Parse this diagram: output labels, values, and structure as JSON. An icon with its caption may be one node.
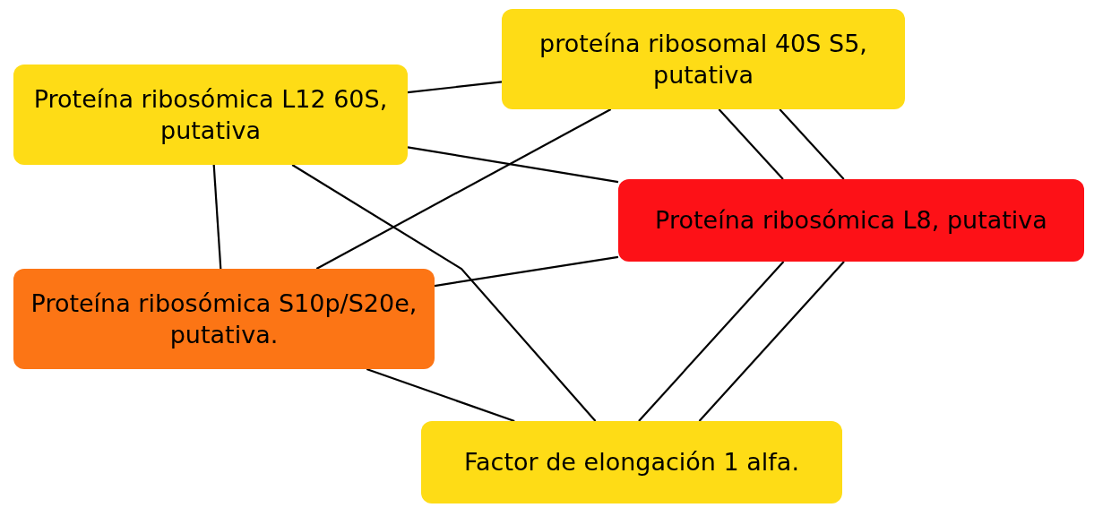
{
  "diagram": {
    "nodes": [
      {
        "text": [
          "proteína ribosomal 40S S5, putativa"
        ]
      },
      {
        "text": [
          "Proteína ribosómica L12 60S, putativa"
        ]
      },
      {
        "text": [
          "Proteína ribosómica L8, putativa"
        ]
      },
      {
        "text": [
          "Proteína ribosómica S10p/S20e, putativa."
        ]
      },
      {
        "text": [
          "Factor de elongación 1 alfa."
        ]
      }
    ],
    "edges": [
      {
        "from": 1,
        "to": 0,
        "arrow": "none"
      },
      {
        "from": 1,
        "to": 2,
        "arrow": "none"
      },
      {
        "from": 0,
        "to": 3,
        "arrow": "none"
      },
      {
        "from": 0,
        "to": 2,
        "arrow": "none"
      },
      {
        "from": 0,
        "to": 2,
        "arrow": "none"
      },
      {
        "from": 1,
        "to": 3,
        "arrow": "none"
      },
      {
        "from": 1,
        "to": 4,
        "arrow": "none"
      },
      {
        "from": 3,
        "to": 2,
        "arrow": "none"
      },
      {
        "from": 3,
        "to": 4,
        "arrow": "none"
      },
      {
        "from": 2,
        "to": 4,
        "arrow": "none"
      },
      {
        "from": 2,
        "to": 4,
        "arrow": "none"
      }
    ]
  }
}
